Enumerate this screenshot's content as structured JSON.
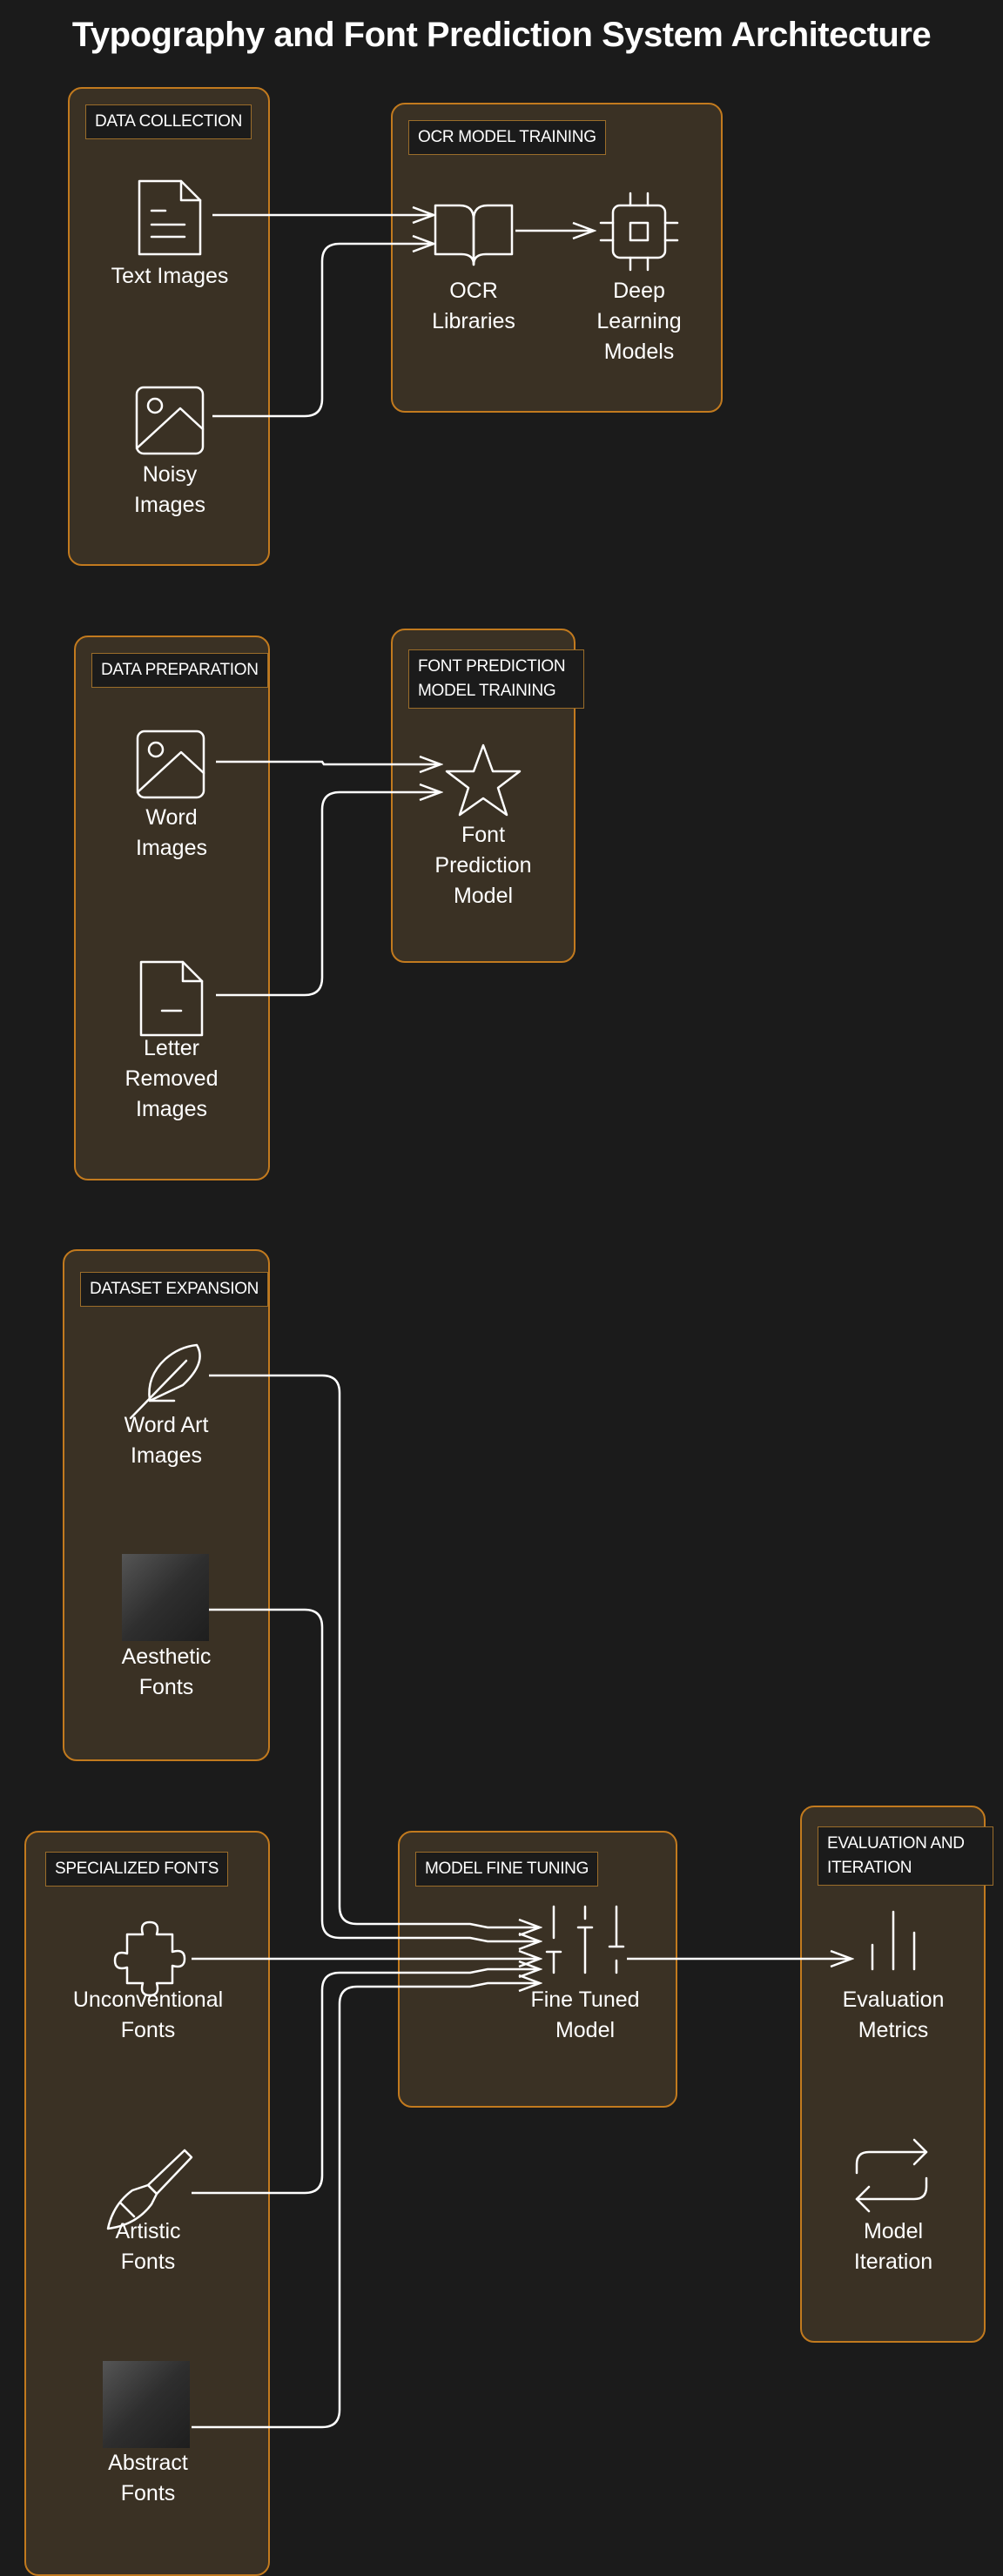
{
  "title": "Typography and Font Prediction System Architecture",
  "colors": {
    "background": "#1b1b1b",
    "group_border": "#c27a1e",
    "group_fill": "#3a3124",
    "line": "#ffffff"
  },
  "groups": {
    "data_collection": "DATA COLLECTION",
    "ocr_training": "OCR MODEL TRAINING",
    "data_preparation": "DATA PREPARATION",
    "font_prediction_training": "FONT PREDICTION MODEL TRAINING",
    "dataset_expansion": "DATASET EXPANSION",
    "specialized_fonts": "SPECIALIZED FONTS",
    "fine_tuning": "MODEL FINE TUNING",
    "evaluation": "EVALUATION AND ITERATION"
  },
  "nodes": {
    "text_images": {
      "label": "Text Images",
      "icon": "document-icon"
    },
    "noisy_images": {
      "label": "Noisy\nImages",
      "icon": "image-icon"
    },
    "ocr_libraries": {
      "label": "OCR\nLibraries",
      "icon": "book-icon"
    },
    "deep_learning": {
      "label": "Deep\nLearning\nModels",
      "icon": "chip-icon"
    },
    "word_images": {
      "label": "Word\nImages",
      "icon": "image-icon"
    },
    "letter_removed": {
      "label": "Letter\nRemoved\nImages",
      "icon": "document-minus-icon"
    },
    "font_prediction_model": {
      "label": "Font\nPrediction\nModel",
      "icon": "star-icon"
    },
    "word_art": {
      "label": "Word Art\nImages",
      "icon": "feather-icon"
    },
    "aesthetic_fonts": {
      "label": "Aesthetic\nFonts",
      "icon": "gradient-square-icon"
    },
    "unconventional_fonts": {
      "label": "Unconventional\nFonts",
      "icon": "puzzle-icon"
    },
    "artistic_fonts": {
      "label": "Artistic\nFonts",
      "icon": "paintbrush-icon"
    },
    "abstract_fonts": {
      "label": "Abstract\nFonts",
      "icon": "gradient-square-icon"
    },
    "fine_tuned_model": {
      "label": "Fine Tuned\nModel",
      "icon": "sliders-icon"
    },
    "evaluation_metrics": {
      "label": "Evaluation\nMetrics",
      "icon": "bar-chart-icon"
    },
    "model_iteration": {
      "label": "Model\nIteration",
      "icon": "repeat-icon"
    }
  }
}
